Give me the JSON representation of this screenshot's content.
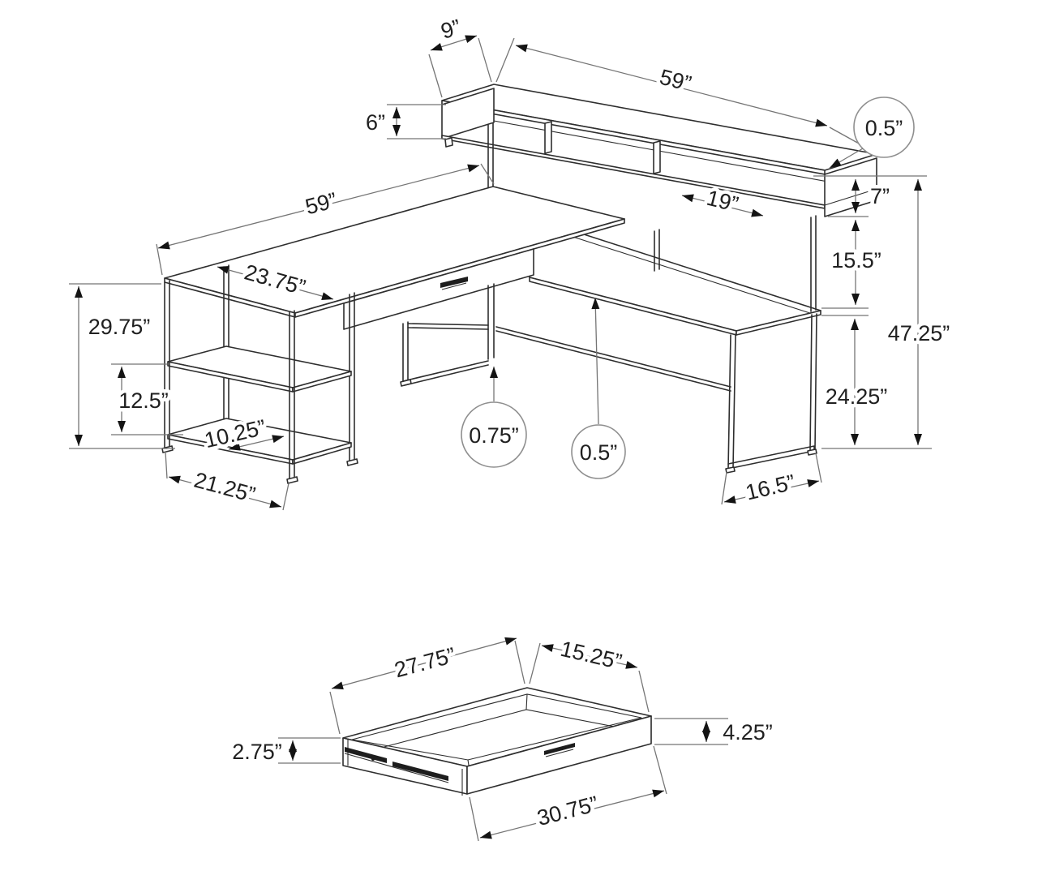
{
  "diagram": {
    "subject": "L-shaped computer desk with hutch and storage drawer — dimensioned line drawing",
    "units": "inches",
    "figures": [
      "desk-with-hutch",
      "storage-drawer"
    ],
    "colors": {
      "background": "#ffffff",
      "line": "#2e2e2e",
      "dimension_line": "#757575",
      "arrow": "#141414",
      "text": "#202020"
    },
    "desk": {
      "hutch": {
        "depth": "9”",
        "length": "59”",
        "end_height": "6”",
        "opening_width": "19”",
        "side_height": "7”",
        "clearance_below": "15.5”"
      },
      "left_desk": {
        "length": "59”",
        "depth": "23.75”",
        "surface_height": "29.75”"
      },
      "shelf_unit": {
        "shelf_spacing": "12.5”",
        "shelf_depth": "10.25”",
        "unit_width": "21.25”"
      },
      "callouts": {
        "hutch_top_thickness": "0.5”",
        "frame_tube": "0.75”",
        "surface_thickness": "0.5”"
      },
      "overall": {
        "height": "47.25”",
        "return_clearance": "24.25”",
        "return_frame_depth": "16.5”"
      }
    },
    "drawer": {
      "top_side": "27.75”",
      "top_end": "15.25”",
      "front_height": "2.75”",
      "side_height": "4.25”",
      "bottom_front": "30.75”"
    }
  }
}
